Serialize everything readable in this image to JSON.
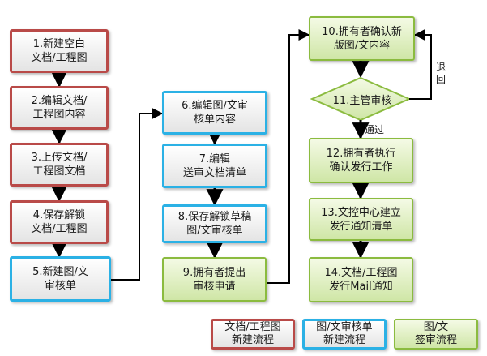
{
  "colors": {
    "red_border": "#b94a48",
    "blue_border": "#2bb1e5",
    "green_border": "#8bbb3f",
    "green_fill": "#d3e8ab",
    "arrow": "#000000"
  },
  "flow": {
    "col1": [
      {
        "id": "step-1",
        "label": "1.新建空白\n文档/工程图"
      },
      {
        "id": "step-2",
        "label": "2.编辑文档/\n工程图内容"
      },
      {
        "id": "step-3",
        "label": "3.上传文档/\n工程图文档"
      },
      {
        "id": "step-4",
        "label": "4.保存解锁\n文档/工程图"
      },
      {
        "id": "step-5",
        "label": "5.新建图/文\n审核单"
      }
    ],
    "col2": [
      {
        "id": "step-6",
        "label": "6.编辑图/文审\n核单内容"
      },
      {
        "id": "step-7",
        "label": "7.编辑\n送审文档清单"
      },
      {
        "id": "step-8",
        "label": "8.保存解锁草稿\n图/文审核单"
      },
      {
        "id": "step-9",
        "label": "9.拥有者提出\n审核申请"
      }
    ],
    "col3": [
      {
        "id": "step-10",
        "label": "10.拥有者确认新\n版图/文内容"
      },
      {
        "id": "step-11",
        "label": "11.主管审核"
      },
      {
        "id": "step-12",
        "label": "12.拥有者执行\n确认发行工作"
      },
      {
        "id": "step-13",
        "label": "13.文控中心建立\n发行通知清单"
      },
      {
        "id": "step-14",
        "label": "14.文档/工程图\n发行Mail通知"
      }
    ],
    "reject_label": "退\n回",
    "approve_label": "通过"
  },
  "legend": [
    {
      "label": "文档/工程图\n新建流程"
    },
    {
      "label": "图/文审核单\n新建流程"
    },
    {
      "label": "图/文\n签审流程"
    }
  ]
}
